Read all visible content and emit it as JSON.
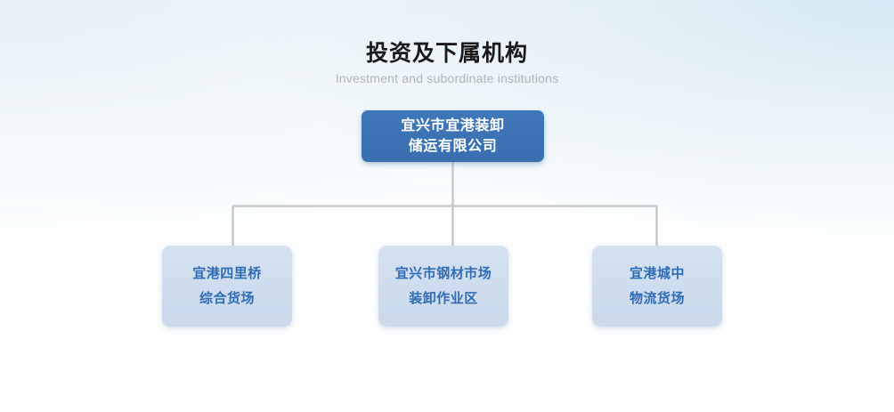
{
  "heading": {
    "title": "投资及下属机构",
    "subtitle": "Investment and subordinate institutions"
  },
  "colors": {
    "root_fill": "#3b72b4",
    "root_text": "#ffffff",
    "child_fill": "#cfddee",
    "child_text": "#2f6cb6",
    "connector": "#c9c9c9",
    "title_text": "#1a1a1a",
    "subtitle_text": "#b0b4b8",
    "background_top": "#eaf3f9",
    "background_bottom": "#ffffff"
  },
  "org_chart": {
    "root": {
      "lines": [
        "宜兴市宜港装卸",
        "储运有限公司"
      ],
      "full_name": "宜兴市宜港装卸储运有限公司"
    },
    "children": [
      {
        "lines": [
          "宜港四里桥",
          "综合货场"
        ],
        "full_name": "宜港四里桥综合货场"
      },
      {
        "lines": [
          "宜兴市钢材市场",
          "装卸作业区"
        ],
        "full_name": "宜兴市钢材市场装卸作业区"
      },
      {
        "lines": [
          "宜港城中",
          "物流货场"
        ],
        "full_name": "宜港城中物流货场"
      }
    ]
  }
}
